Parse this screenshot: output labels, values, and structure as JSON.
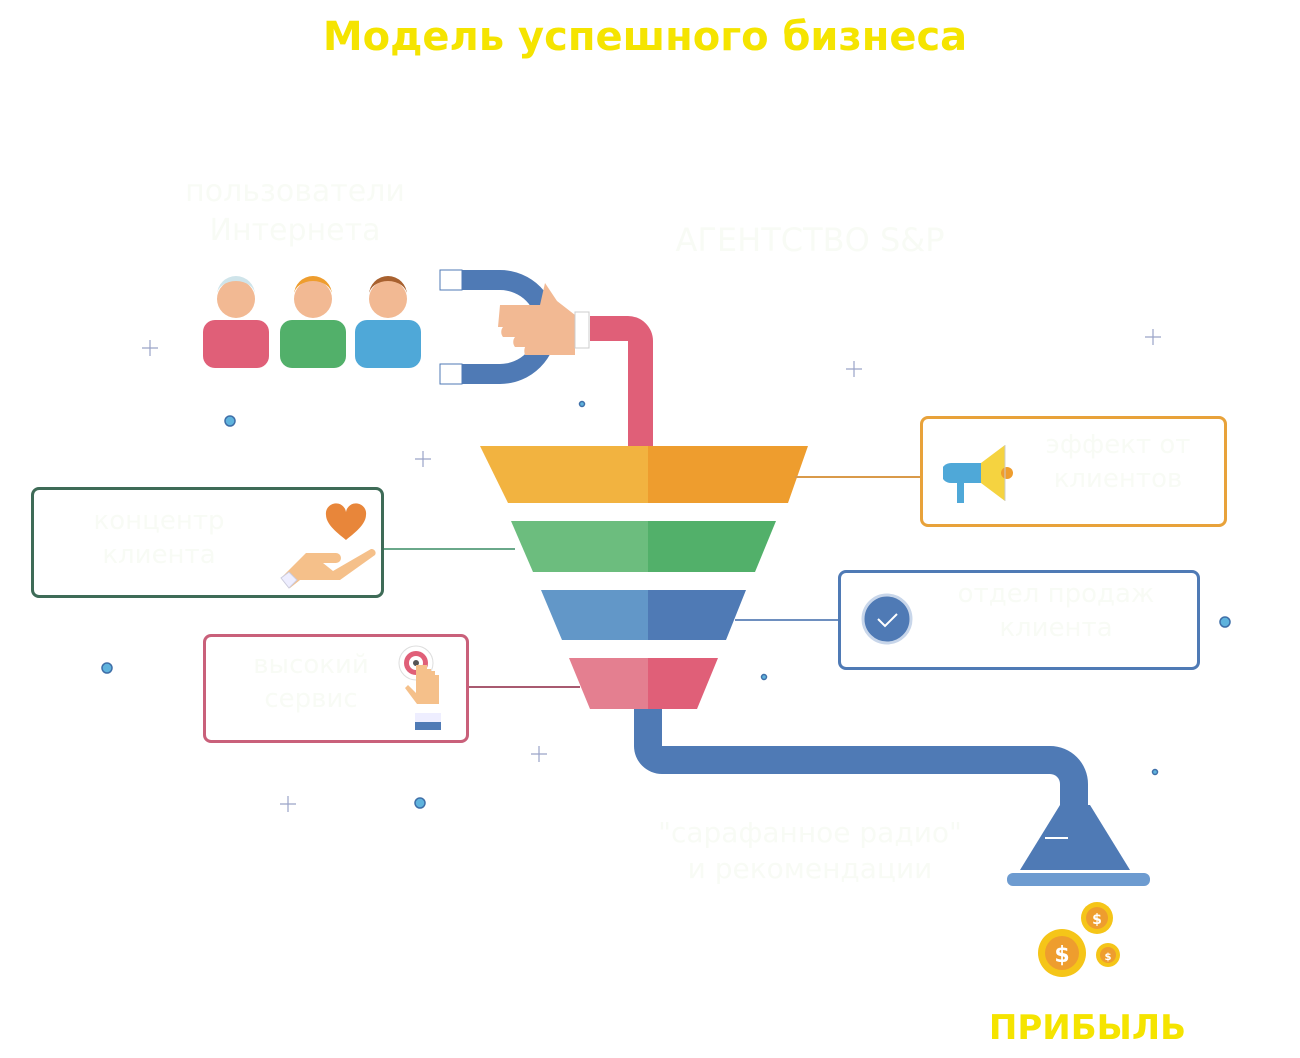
{
  "colors": {
    "yellow": "#f5e400",
    "blue": "#4f7ab5",
    "pink": "#e05f78",
    "orange": "#ee9d2e",
    "green": "#52b06a",
    "ghost_text": "#f8fbf5"
  },
  "title": "Модель успешного бизнеса",
  "source": {
    "line1": "пользователи",
    "line2": "Интернета"
  },
  "agency": "АГЕНТСТВО S&P",
  "boxes": {
    "orange": {
      "line1": "эффект от",
      "line2": "клиентов",
      "icon": "megaphone-icon"
    },
    "green": {
      "line1": "концентр",
      "line2": "клиента",
      "icon": "heart-in-hand-icon"
    },
    "blue": {
      "line1": "отдел продаж",
      "line2": "клиента",
      "icon": "check-badge-icon"
    },
    "pink": {
      "line1": "высокий",
      "line2": "сервис",
      "icon": "target-touch-icon"
    }
  },
  "word_of_mouth": {
    "line1": "\"сарафанное радио\"",
    "line2": "и рекомендации"
  },
  "profit": "ПРИБЫЛЬ"
}
